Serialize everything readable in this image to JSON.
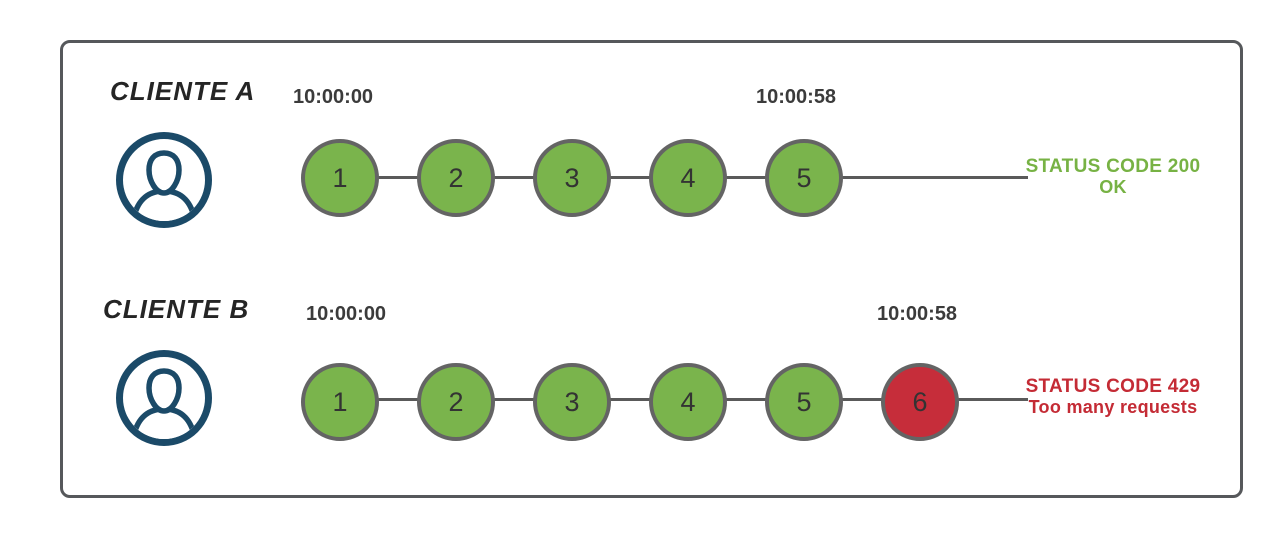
{
  "colors": {
    "green": "#7AB44C",
    "red": "#C62D3A",
    "circle_border": "#646464",
    "line": "#5A5A5A",
    "box_border": "#56585B",
    "text_dark": "#3B3B3B",
    "status_green": "#77B244",
    "status_red": "#C42B35",
    "avatar_navy": "#1B4A68"
  },
  "icons": {
    "client_avatar": "user-avatar-icon"
  },
  "rows": [
    {
      "client_label": "CLIENTE A",
      "start_time": "10:00:00",
      "end_time": "10:00:58",
      "requests": [
        {
          "label": "1",
          "color_key": "green"
        },
        {
          "label": "2",
          "color_key": "green"
        },
        {
          "label": "3",
          "color_key": "green"
        },
        {
          "label": "4",
          "color_key": "green"
        },
        {
          "label": "5",
          "color_key": "green"
        }
      ],
      "status_line1": "STATUS CODE 200",
      "status_line2": "OK",
      "status_color_key": "status_green"
    },
    {
      "client_label": "CLIENTE B",
      "start_time": "10:00:00",
      "end_time": "10:00:58",
      "requests": [
        {
          "label": "1",
          "color_key": "green"
        },
        {
          "label": "2",
          "color_key": "green"
        },
        {
          "label": "3",
          "color_key": "green"
        },
        {
          "label": "4",
          "color_key": "green"
        },
        {
          "label": "5",
          "color_key": "green"
        },
        {
          "label": "6",
          "color_key": "red"
        }
      ],
      "status_line1": "STATUS CODE 429",
      "status_line2": "Too many requests",
      "status_color_key": "status_red"
    }
  ]
}
